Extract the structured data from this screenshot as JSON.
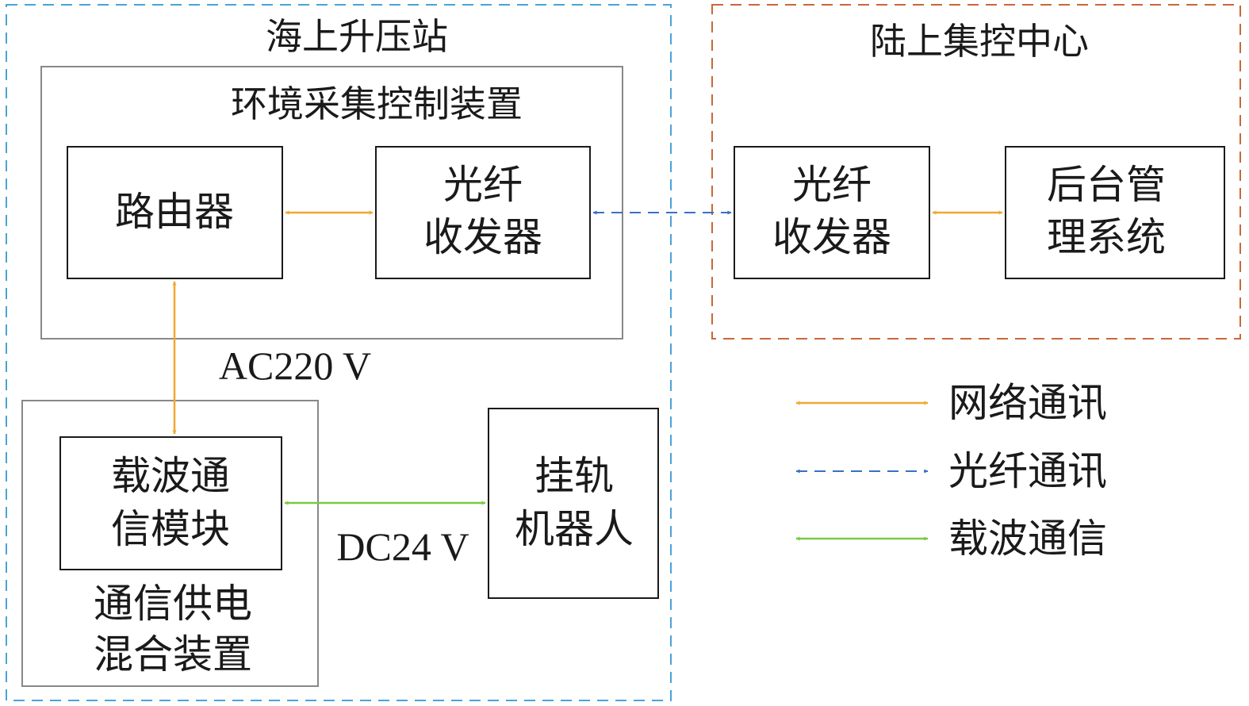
{
  "colors": {
    "network": "#f0a830",
    "fiber": "#3a6fc4",
    "carrier": "#7ac943",
    "sea_region_border": "#4aa3d8",
    "land_region_border": "#c8683a",
    "box_border": "#1a1a1a",
    "device_border": "#888888"
  },
  "regions": {
    "sea": {
      "title": "海上升压站"
    },
    "land": {
      "title": "陆上集控中心"
    }
  },
  "devices": {
    "env_control": {
      "title": "环境采集控制装置"
    },
    "hybrid": {
      "lines": [
        "通信供电",
        "混合装置"
      ]
    }
  },
  "nodes": {
    "router": {
      "lines": [
        "路由器"
      ]
    },
    "fiber_sea": {
      "lines": [
        "光纤",
        "收发器"
      ]
    },
    "fiber_land": {
      "lines": [
        "光纤",
        "收发器"
      ]
    },
    "backend": {
      "lines": [
        "后台管",
        "理系统"
      ]
    },
    "carrier_module": {
      "lines": [
        "载波通",
        "信模块"
      ]
    },
    "robot": {
      "lines": [
        "挂轨",
        "机器人"
      ]
    }
  },
  "labels": {
    "ac": "AC220 V",
    "dc": "DC24 V"
  },
  "legend": [
    {
      "label": "网络通讯",
      "type": "network",
      "icon": "double-arrow-solid"
    },
    {
      "label": "光纤通讯",
      "type": "fiber",
      "icon": "double-arrow-dashed"
    },
    {
      "label": "载波通信",
      "type": "carrier",
      "icon": "double-arrow-solid"
    }
  ]
}
